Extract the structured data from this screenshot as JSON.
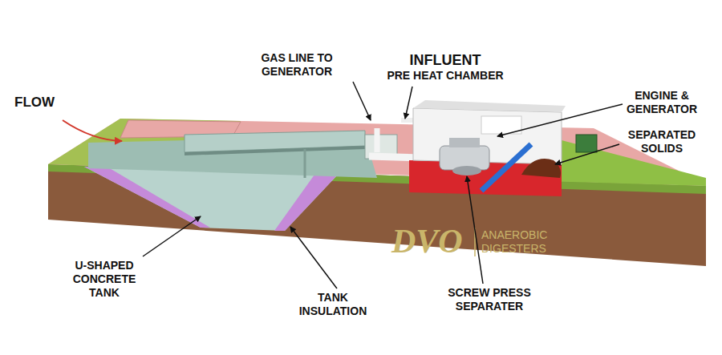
{
  "diagram": {
    "labels": [
      "FLOW",
      "GAS LINE TO GENERATOR",
      "INFLUENT",
      "PRE HEAT CHAMBER",
      "ENGINE & GENERATOR",
      "SEPARATED SOLIDS",
      "U-SHAPED CONCRETE TANK",
      "TANK INSULATION",
      "SCREW PRESS SEPARATER",
      "DVO",
      "ANAEROBIC DIGESTERS"
    ]
  }
}
